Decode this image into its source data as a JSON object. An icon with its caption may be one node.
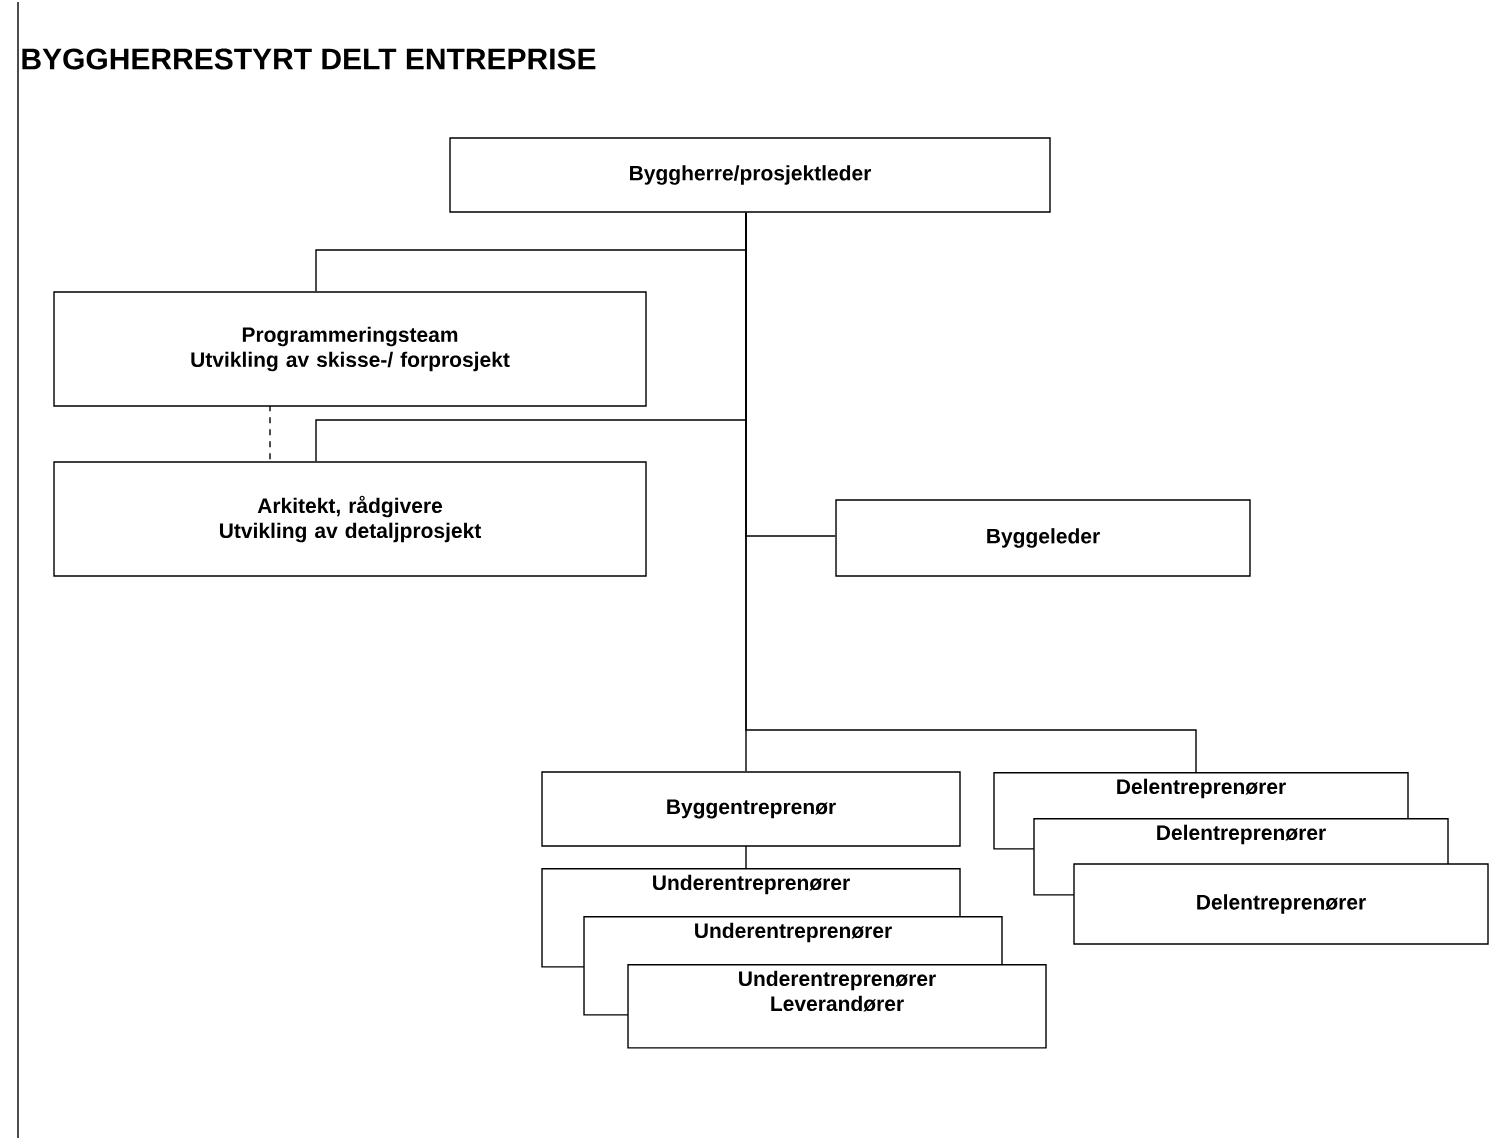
{
  "diagram": {
    "title": "BYGGHERRESTYRT DELT ENTREPRISE",
    "nodes": [
      {
        "text": [
          "Byggherre/prosjektleder"
        ]
      },
      {
        "text": [
          "Programmeringsteam",
          "Utvikling av skisse-/ forprosjekt"
        ]
      },
      {
        "text": [
          "Arkitekt, rådgivere",
          "Utvikling av detaljprosjekt"
        ]
      },
      {
        "text": [
          "Byggeleder"
        ]
      },
      {
        "text": [
          "Byggentreprenør"
        ]
      },
      {
        "text": [
          "Underentreprenører"
        ]
      },
      {
        "text": [
          "Underentreprenører"
        ]
      },
      {
        "text": [
          "Underentreprenører",
          "Leverandører"
        ]
      },
      {
        "text": [
          "Delentreprenører"
        ]
      },
      {
        "text": [
          "Delentreprenører"
        ]
      },
      {
        "text": [
          "Delentreprenører"
        ]
      }
    ],
    "edges": [
      {
        "from": 0,
        "to": 1,
        "arrow": "none"
      },
      {
        "from": 0,
        "to": 2,
        "arrow": "none"
      },
      {
        "from": 1,
        "to": 2,
        "arrow": "none",
        "style": "dashed"
      },
      {
        "from": 0,
        "to": 3,
        "arrow": "none"
      },
      {
        "from": 0,
        "to": 4,
        "arrow": "none"
      },
      {
        "from": 0,
        "to": 8,
        "arrow": "none"
      },
      {
        "from": 4,
        "to": 5,
        "arrow": "none"
      }
    ]
  }
}
